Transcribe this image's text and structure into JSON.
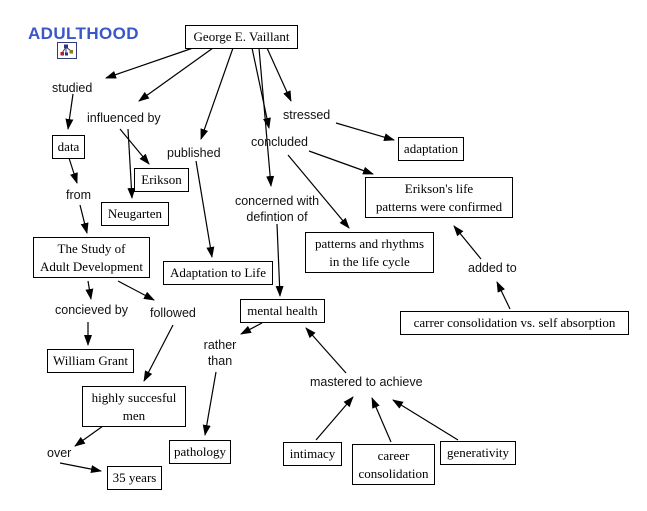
{
  "title": "ADULTHOOD",
  "accent_color": "#3a57c8",
  "icon": "concept-map-icon",
  "nodes": {
    "george": "George E. Vaillant",
    "data": "data",
    "erikson": "Erikson",
    "neugarten": "Neugarten",
    "study": "The Study of\nAdult Development",
    "adaptation_to_life": "Adaptation to Life",
    "mental_health": "mental health",
    "eriksons_life": "Erikson's life\npatterns were confirmed",
    "patterns_rhythms": "patterns and rhythms\nin the life cycle",
    "adaptation": "adaptation",
    "carrer_vs": "carrer consolidation vs. self absorption",
    "william_grant": "William Grant",
    "highly_succesful": "highly succesful\nmen",
    "thirty_five_years": "35 years",
    "pathology": "pathology",
    "intimacy": "intimacy",
    "career_consolidation": "career\nconsolidation",
    "generativity": "generativity"
  },
  "links": {
    "studied": "studied",
    "influenced_by": "influenced by",
    "published": "published",
    "concluded": "concluded",
    "stressed": "stressed",
    "concerned_with": "concerned with\ndefintion of",
    "from": "from",
    "concieved_by": "concieved by",
    "followed": "followed",
    "rather_than": "rather\nthan",
    "over": "over",
    "mastered": "mastered to achieve",
    "added_to": "added to"
  },
  "edges": [
    {
      "from": "george",
      "to": "studied"
    },
    {
      "from": "george",
      "to": "influenced_by"
    },
    {
      "from": "george",
      "to": "published"
    },
    {
      "from": "george",
      "to": "concluded"
    },
    {
      "from": "george",
      "to": "concerned_with"
    },
    {
      "from": "george",
      "to": "stressed"
    },
    {
      "from": "studied",
      "to": "data"
    },
    {
      "from": "influenced_by",
      "to": "erikson"
    },
    {
      "from": "influenced_by",
      "to": "neugarten"
    },
    {
      "from": "published",
      "to": "adaptation_to_life"
    },
    {
      "from": "concluded",
      "to": "eriksons_life"
    },
    {
      "from": "concluded",
      "to": "patterns_rhythms"
    },
    {
      "from": "concerned_with",
      "to": "mental_health"
    },
    {
      "from": "stressed",
      "to": "adaptation"
    },
    {
      "from": "data",
      "to": "from"
    },
    {
      "from": "from",
      "to": "study"
    },
    {
      "from": "study",
      "to": "concieved_by"
    },
    {
      "from": "study",
      "to": "followed"
    },
    {
      "from": "concieved_by",
      "to": "william_grant"
    },
    {
      "from": "followed",
      "to": "highly_succesful"
    },
    {
      "from": "highly_succesful",
      "to": "over"
    },
    {
      "from": "over",
      "to": "thirty_five_years"
    },
    {
      "from": "mental_health",
      "to": "rather_than"
    },
    {
      "from": "rather_than",
      "to": "pathology"
    },
    {
      "from": "mastered",
      "to": "mental_health"
    },
    {
      "from": "intimacy",
      "to": "mastered"
    },
    {
      "from": "career_consolidation",
      "to": "mastered"
    },
    {
      "from": "generativity",
      "to": "mastered"
    },
    {
      "from": "carrer_vs",
      "to": "added_to"
    },
    {
      "from": "added_to",
      "to": "eriksons_life"
    }
  ]
}
